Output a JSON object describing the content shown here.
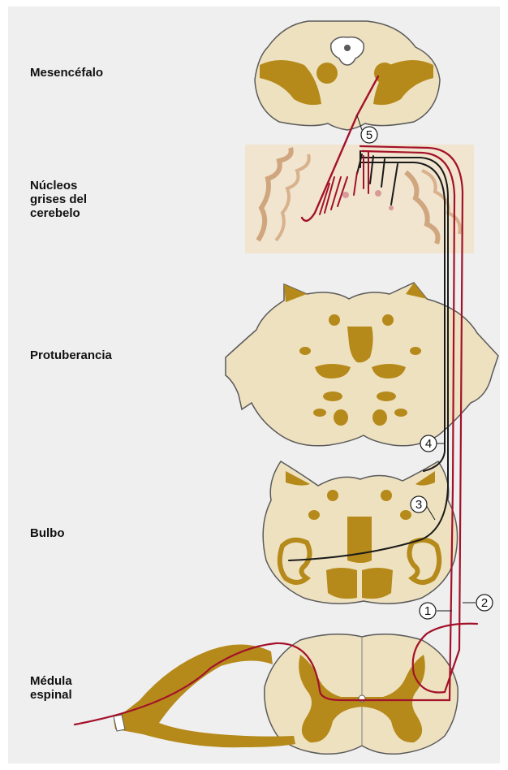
{
  "labels": {
    "mesencefalo": "Mesencéfalo",
    "nucleos": "Núcleos\ngrises del\ncerebelo",
    "protuberancia": "Protuberancia",
    "bulbo": "Bulbo",
    "medula": "Médula\nespinal"
  },
  "tract_numbers": {
    "n1": "1",
    "n2": "2",
    "n3": "3",
    "n4": "4",
    "n5": "5"
  },
  "colors": {
    "background": "#efefef",
    "tissue": "#eee1c0",
    "grey_matter": "#b58a1a",
    "outline": "#5a5a5a",
    "red_tract": "#a3122a",
    "black_tract": "#1a1a1a"
  }
}
